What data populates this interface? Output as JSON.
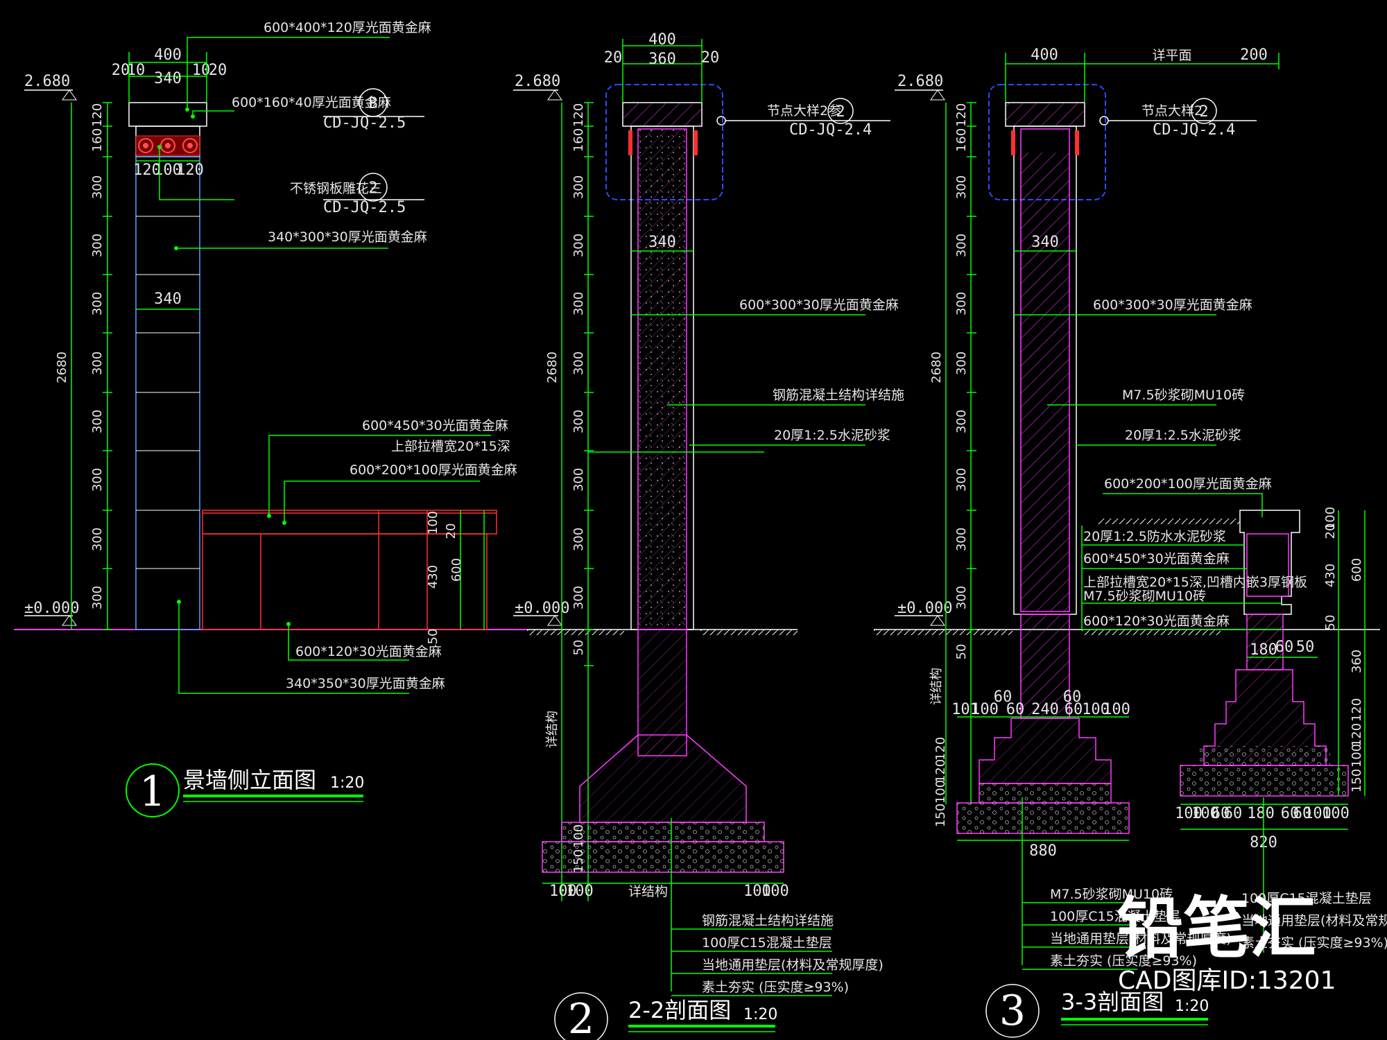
{
  "view1": {
    "title": "景墙侧立面图",
    "scale": "1:20",
    "number": "1",
    "elev_top": "2.680",
    "elev_zero": "±0.000",
    "total": "2680",
    "dim_top": [
      "400",
      "20",
      "10",
      "340",
      "10",
      "20"
    ],
    "dim_row": [
      "120",
      "100",
      "120"
    ],
    "dim_340": "340",
    "vdims": [
      "120",
      "160",
      "300",
      "300",
      "300",
      "300",
      "300",
      "300",
      "300",
      "300"
    ],
    "bench_dims": [
      "20",
      "100",
      "430",
      "600",
      "50"
    ],
    "labels": [
      "600*400*120厚光面黄金麻",
      "600*160*40厚光面黄金麻",
      "不锈钢板雕花三",
      "340*300*30厚光面黄金麻",
      "600*450*30光面黄金麻",
      "上部拉槽宽20*15深",
      "600*200*100厚光面黄金麻",
      "600*120*30光面黄金麻",
      "340*350*30厚光面黄金麻"
    ],
    "ref_b_letter": "B",
    "ref_b_code": "CD-JQ-2.5",
    "ref_2_letter": "2",
    "ref_2_code": "CD-JQ-2.5"
  },
  "view2": {
    "title": "2-2剖面图",
    "scale": "1:20",
    "number": "2",
    "elev_top": "2.680",
    "elev_zero": "±0.000",
    "total": "2680",
    "dim_top": [
      "400",
      "20",
      "360",
      "20"
    ],
    "dim_340": "340",
    "vdims": [
      "120",
      "160",
      "300",
      "300",
      "300",
      "300",
      "300",
      "300",
      "300",
      "300"
    ],
    "below_dims": [
      "50",
      "100",
      "150"
    ],
    "side_label": "详结构",
    "node_label": "节点大样2参",
    "ref_letter": "2",
    "ref_code": "CD-JQ-2.4",
    "labels": [
      "600*300*30厚光面黄金麻",
      "钢筋混凝土结构详结施",
      "20厚1:2.5水泥砂浆"
    ],
    "foot_dims": [
      "100",
      "100",
      "详结构",
      "100",
      "100"
    ],
    "legend": [
      "钢筋混凝土结构详结施",
      "100厚C15混凝土垫层",
      "当地通用垫层(材料及常规厚度)",
      "素土夯实 (压实度≥93%)"
    ]
  },
  "view3": {
    "title": "3-3剖面图",
    "scale": "1:20",
    "number": "3",
    "elev_top": "2.680",
    "elev_zero": "±0.000",
    "total": "2680",
    "dim_top": [
      "400",
      "详平面",
      "200"
    ],
    "dim_340": "340",
    "vdims": [
      "120",
      "160",
      "300",
      "300",
      "300",
      "300",
      "300",
      "300",
      "300",
      "300"
    ],
    "below_dims": [
      "50",
      "120",
      "120",
      "100",
      "150"
    ],
    "side_label": "详结构",
    "node_label": "节点大样2",
    "ref_letter": "2",
    "ref_code": "CD-JQ-2.4",
    "labels": [
      "600*300*30厚光面黄金麻",
      "M7.5砂浆砌MU10砖",
      "20厚1:2.5水泥砂浆",
      "600*200*100厚光面黄金麻",
      "20厚1:2.5防水水泥砂浆",
      "600*450*30光面黄金麻",
      "上部拉槽宽20*15深,凹槽内嵌3厚钢板",
      "M7.5砂浆砌MU10砖",
      "600*120*30光面黄金麻"
    ],
    "foot_top": [
      "60",
      "60"
    ],
    "foot_row": [
      "101",
      "100",
      "60",
      "240",
      "60",
      "100",
      "100"
    ],
    "width_main": "880",
    "bench_dims_r": [
      "20",
      "100",
      "430",
      "600",
      "50",
      "360",
      "120",
      "120",
      "100",
      "150"
    ],
    "bench_top_dims": [
      "180",
      "60",
      "50"
    ],
    "bench_foot_row": [
      "100",
      "100",
      "60",
      "60",
      "180",
      "60",
      "60",
      "100",
      "100"
    ],
    "width_bench": "820",
    "legend": [
      "M7.5砂浆砌MU10砖",
      "100厚C15混凝土垫层",
      "当地通用垫层(材料及常规厚度)",
      "素土夯实 (压实度≥93%)"
    ],
    "legend_r": [
      "100厚C15混凝土垫层",
      "当地通用垫层(材料及常规厚度)",
      "素土夯实 (压实度≥93%)"
    ]
  },
  "watermark": {
    "brand": "铅笔汇",
    "id": "CAD图库ID:13201"
  },
  "colors": {
    "dim": "#00ff00",
    "outline": "#ffffff",
    "hatch": "#ff3cff",
    "bench": "#ff3030",
    "node": "#2c4cff"
  }
}
